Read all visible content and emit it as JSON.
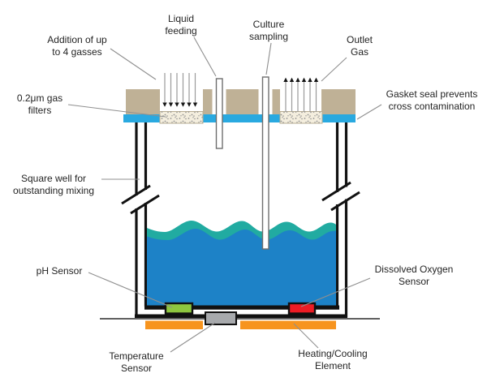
{
  "figure": {
    "type": "bioreactor cross-section schematic",
    "background": "#ffffff"
  },
  "labels": {
    "gas_addition": {
      "line1": "Addition of up",
      "line2": "to 4 gasses"
    },
    "liquid_feeding": {
      "line1": "Liquid",
      "line2": "feeding"
    },
    "culture_sampling": {
      "line1": "Culture",
      "line2": "sampling"
    },
    "outlet_gas": {
      "line1": "Outlet",
      "line2": "Gas"
    },
    "gas_filters": {
      "line1": "0.2μm gas",
      "line2": "filters"
    },
    "gasket_seal": {
      "line1": "Gasket seal prevents",
      "line2": "cross contamination"
    },
    "square_well": {
      "line1": "Square well for",
      "line2": "outstanding mixing"
    },
    "ph_sensor": {
      "line1": "pH Sensor"
    },
    "do_sensor": {
      "line1": "Dissolved Oxygen",
      "line2": "Sensor"
    },
    "temperature_sensor": {
      "line1": "Temperature",
      "line2": "Sensor"
    },
    "heating_element": {
      "line1": "Heating/Cooling",
      "line2": "Element"
    }
  },
  "colors": {
    "headplate_tan": "#bfb196",
    "gasket_blue": "#29a9e0",
    "liquid_blue": "#1d82c7",
    "liquid_teal": "#21aba1",
    "ph_green": "#8dc63f",
    "do_red": "#ed1c24",
    "temp_gray": "#a8aaad",
    "heater_orange": "#f7941e",
    "filter_cream": "#f4eede",
    "outline_black": "#111111",
    "bench_line": "#2a2a2a"
  }
}
